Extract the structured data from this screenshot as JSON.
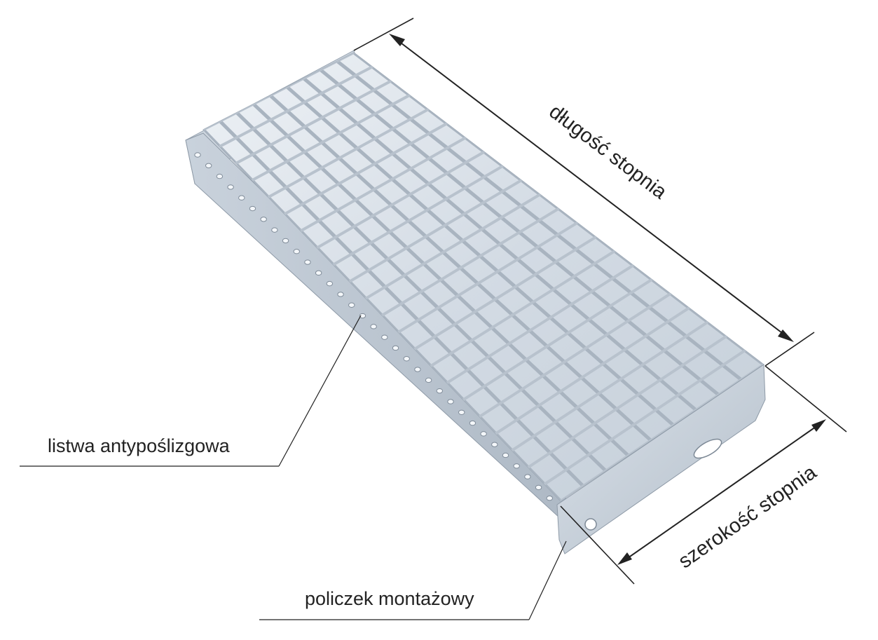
{
  "labels": {
    "length": "długość stopnia",
    "width": "szerokość stopnia",
    "anti_slip_strip": "listwa antypoślizgowa",
    "mounting_cheek": "policzek montażowy"
  },
  "colors": {
    "background": "#ffffff",
    "line": "#222222",
    "steel_light": "#dfe6ee",
    "steel_mid": "#b9c3ce",
    "steel_dark": "#8e9aa7"
  }
}
